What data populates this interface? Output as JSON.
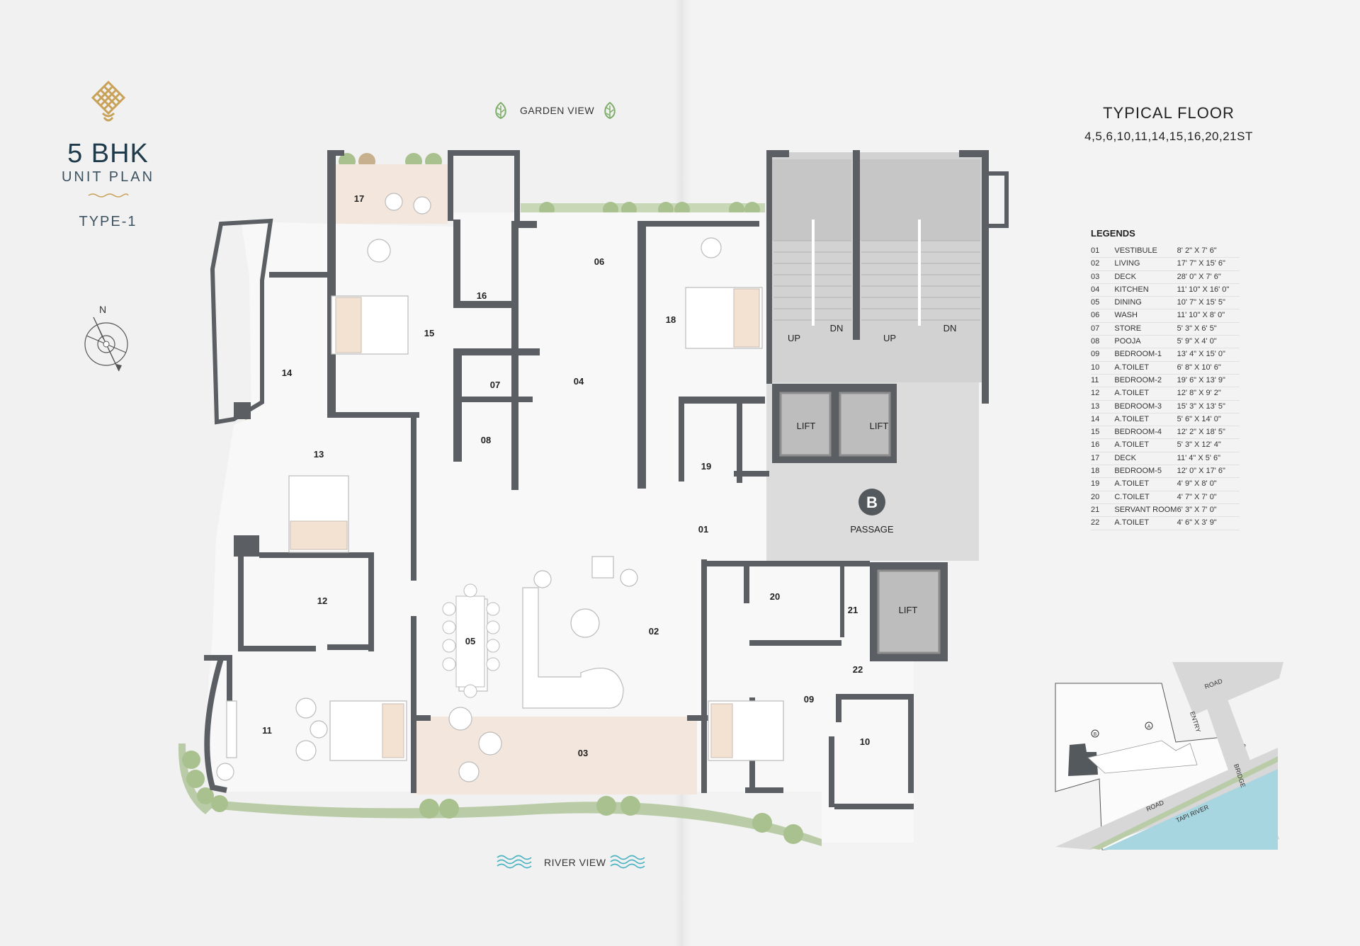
{
  "brand": {
    "bhk": "5 BHK",
    "unit_plan": "UNIT PLAN",
    "type": "TYPE-1"
  },
  "compass": {
    "north_label": "N"
  },
  "views": {
    "top": "GARDEN VIEW",
    "bottom": "RIVER VIEW"
  },
  "floor": {
    "title": "TYPICAL FLOOR",
    "floors": "4,5,6,10,11,14,15,16,20,21ST"
  },
  "legends": {
    "title": "LEGENDS",
    "items": [
      {
        "no": "01",
        "room": "VESTIBULE",
        "dim": "8' 2\" X 7' 6\""
      },
      {
        "no": "02",
        "room": "LIVING",
        "dim": "17' 7\" X 15' 6\""
      },
      {
        "no": "03",
        "room": "DECK",
        "dim": "28' 0\" X 7' 6\""
      },
      {
        "no": "04",
        "room": "KITCHEN",
        "dim": "11' 10\" X 16' 0\""
      },
      {
        "no": "05",
        "room": "DINING",
        "dim": "10' 7\" X 15' 5\""
      },
      {
        "no": "06",
        "room": "WASH",
        "dim": "11' 10\" X 8' 0\""
      },
      {
        "no": "07",
        "room": "STORE",
        "dim": "5' 3\" X 6' 5\""
      },
      {
        "no": "08",
        "room": "POOJA",
        "dim": "5' 9\" X 4' 0\""
      },
      {
        "no": "09",
        "room": "BEDROOM-1",
        "dim": "13' 4\" X 15' 0\""
      },
      {
        "no": "10",
        "room": "A.TOILET",
        "dim": "6' 8\" X 10' 6\""
      },
      {
        "no": "11",
        "room": "BEDROOM-2",
        "dim": "19' 6\" X 13' 9\""
      },
      {
        "no": "12",
        "room": "A.TOILET",
        "dim": "12' 8\" X 9' 2\""
      },
      {
        "no": "13",
        "room": "BEDROOM-3",
        "dim": "15' 3\" X 13' 5\""
      },
      {
        "no": "14",
        "room": "A.TOILET",
        "dim": "5' 6\" X 14' 0\""
      },
      {
        "no": "15",
        "room": "BEDROOM-4",
        "dim": "12' 2\" X 18' 5\""
      },
      {
        "no": "16",
        "room": "A.TOILET",
        "dim": "5' 3\" X 12' 4\""
      },
      {
        "no": "17",
        "room": "DECK",
        "dim": "11' 4\" X 5' 6\""
      },
      {
        "no": "18",
        "room": "BEDROOM-5",
        "dim": "12' 0\" X 17' 6\""
      },
      {
        "no": "19",
        "room": "A.TOILET",
        "dim": "4' 9\" X 8' 0\""
      },
      {
        "no": "20",
        "room": "C.TOILET",
        "dim": "4' 7\" X 7' 0\""
      },
      {
        "no": "21",
        "room": "SERVANT ROOM",
        "dim": "6' 3\" X 7' 0\""
      },
      {
        "no": "22",
        "room": "A.TOILET",
        "dim": "4' 6\" X 3' 9\""
      }
    ]
  },
  "plan": {
    "room_labels": [
      "01",
      "02",
      "03",
      "04",
      "05",
      "06",
      "07",
      "08",
      "09",
      "10",
      "11",
      "12",
      "13",
      "14",
      "15",
      "16",
      "17",
      "18",
      "19",
      "20",
      "21",
      "22"
    ],
    "core": {
      "up": "UP",
      "dn": "DN",
      "lift": "LIFT",
      "block": "B",
      "passage": "PASSAGE"
    }
  },
  "keyplan": {
    "road_top": "ROAD",
    "entry": "ENTRY",
    "bridge": "BRIDGE",
    "road_bottom": "ROAD",
    "river": "TAPI RIVER",
    "marker_a": "A",
    "marker_b": "B"
  },
  "colors": {
    "wall": "#5b5f63",
    "core": "#cfcfcf",
    "floor": "#f7f7f7",
    "deck": "#f3e6dc",
    "garden": "#9fb78a",
    "gold": "#c9a25a",
    "river": "#a8d6e0"
  }
}
